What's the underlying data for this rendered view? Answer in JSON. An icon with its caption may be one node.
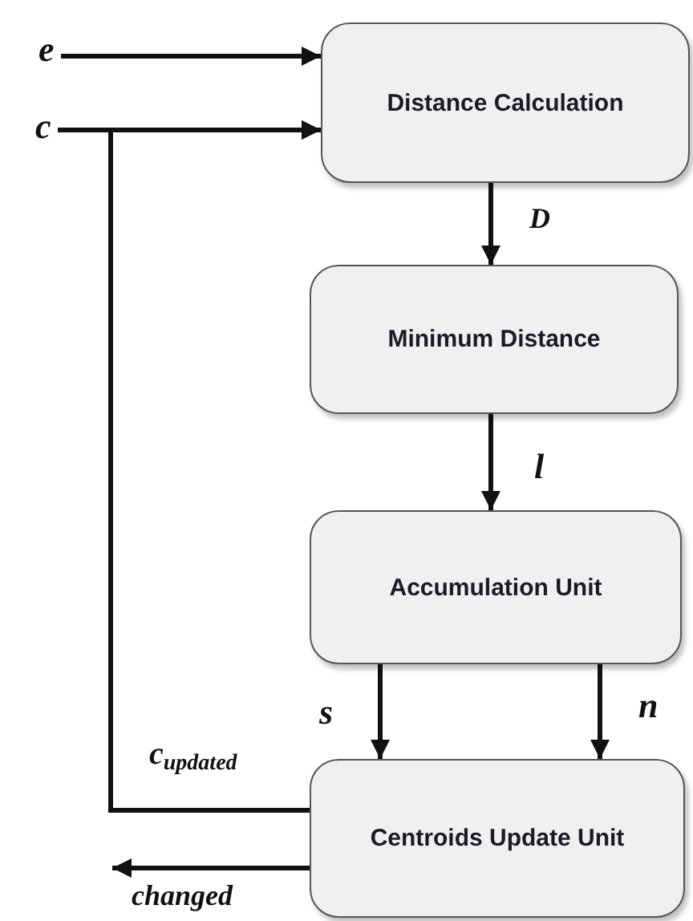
{
  "diagram": {
    "nodes": [
      {
        "text": [
          "e"
        ]
      },
      {
        "text": [
          "c"
        ]
      },
      {
        "text": [
          "Distance Calculation"
        ]
      },
      {
        "text": [
          "Minimum Distance"
        ]
      },
      {
        "text": [
          "Accumulation Unit"
        ]
      },
      {
        "text": [
          "Centroids Update Unit"
        ]
      }
    ],
    "edges": [
      {
        "from": 0,
        "to": 2,
        "arrow": "to"
      },
      {
        "from": 1,
        "to": 2,
        "arrow": "to"
      },
      {
        "from": 2,
        "to": 3,
        "arrow": "to",
        "label": "D"
      },
      {
        "from": 3,
        "to": 4,
        "arrow": "to",
        "label": "l"
      },
      {
        "from": 4,
        "to": 5,
        "arrow": "to",
        "label": "s"
      },
      {
        "from": 4,
        "to": 5,
        "arrow": "to",
        "label": "n"
      },
      {
        "from": 5,
        "to": 2,
        "arrow": "to",
        "label": "c$_{updated}$"
      },
      {
        "from": 5,
        "to": null,
        "arrow": "to",
        "label": "changed"
      }
    ]
  }
}
